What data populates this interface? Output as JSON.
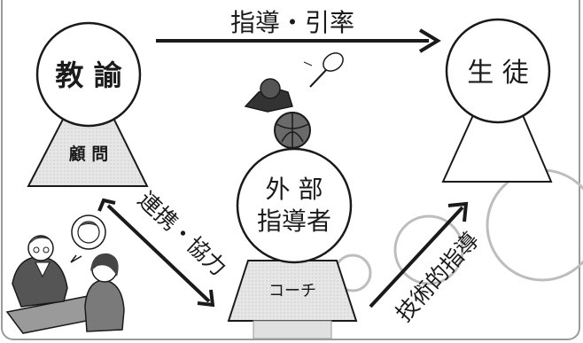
{
  "top_arrow_label": "指導・引率",
  "teacher": {
    "title": "教 諭",
    "role": "顧 問"
  },
  "student": {
    "title": "生 徒"
  },
  "external": {
    "line1": "外 部",
    "line2": "指導者",
    "role": "コーチ"
  },
  "left_arrow_label": "連携・協力",
  "right_arrow_label": "技術的指導",
  "colors": {
    "ink": "#1a1a1a",
    "pedestal": "#dedede",
    "hatch": "#bdbdbd",
    "accent": "#cfcfcf"
  }
}
